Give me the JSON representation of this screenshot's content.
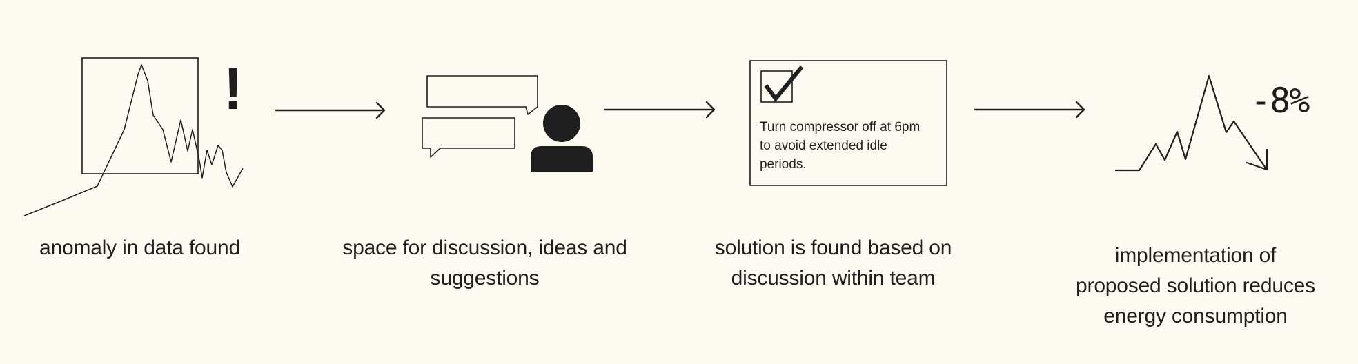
{
  "steps": [
    {
      "caption": "anomaly in data found",
      "icon": "anomaly-chart-icon"
    },
    {
      "caption": "space for discussion, ideas and\nsuggestions",
      "icon": "discussion-icon"
    },
    {
      "caption": "solution is found based on\ndiscussion within team",
      "icon": "solution-card-icon"
    },
    {
      "caption": "implementation of\nproposed solution reduces\nenergy consumption",
      "icon": "energy-drop-chart-icon"
    }
  ],
  "anomaly": {
    "alert": "!"
  },
  "solution_card": {
    "text": "Turn compressor off at 6pm\nto avoid extended idle\nperiods."
  },
  "reduction": {
    "value": "-8%"
  },
  "colors": {
    "background": "#fdfbf1",
    "ink": "#1e1e1e"
  }
}
